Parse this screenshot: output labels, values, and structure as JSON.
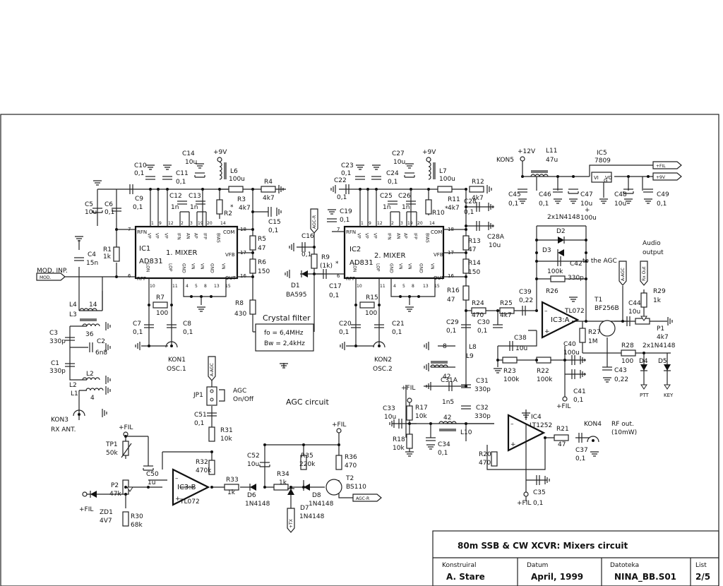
{
  "title_block": {
    "title": "80m SSB & CW XCVR: Mixers circuit",
    "designer_label": "Konstruiral",
    "designer": "A. Stare",
    "date_label": "Datum",
    "date": "April, 1999",
    "file_label": "Datoteka",
    "file": "NINA_BB.S01",
    "sheet_label": "List",
    "sheet": "2/5"
  },
  "section_labels": {
    "mod_inp": "MOD. INP.",
    "mod_flag": "MOD.",
    "rx_ant_kon": "KON3",
    "rx_ant": "RX ANT.",
    "osc1_kon": "KON1",
    "osc1": "OSC.1",
    "osc2_kon": "KON2",
    "osc2": "OSC.2",
    "crystal_title": "Crystal filter",
    "crystal_fo": "fo = 6,4MHz",
    "crystal_bw": "Bw = 2,4kHz",
    "agc_circuit": "AGC circuit",
    "agc_onoff_1": "AGC",
    "agc_onoff_2": "On/Off",
    "to_agc": "to the AGC",
    "audio_out_1": "Audio",
    "audio_out_2": "output",
    "rf_out_kon": "KON4",
    "rf_out_1": "RF out.",
    "rf_out_2": "(10mW)",
    "kon5": "KON5",
    "plus12v": "+12V",
    "plus9v": "+9V",
    "plus_fil": "+FIL",
    "flag_fil": "+FIL",
    "flag_9v": "+9V",
    "flag_agc_r": "AGC-R",
    "flag_a_agc": "A-AGC",
    "flag_rx_out": "Rx Out",
    "flag_tx": "+TX",
    "ptt": "PTT",
    "key": "KEY",
    "diodes_pair_1": "2x1N4148",
    "diodes_pair_2": "2x1N4148"
  },
  "ic1": {
    "ref": "IC1",
    "name": "1. MIXER",
    "part": "AD831"
  },
  "ic2": {
    "ref": "IC2",
    "name": "2. MIXER",
    "part": "AD831"
  },
  "ic3a": {
    "ref": "IC3:A",
    "part": "TL072"
  },
  "ic3b": {
    "ref": "IC3:B",
    "part": "TL072"
  },
  "ic4": {
    "ref": "IC4",
    "part": "LT1252"
  },
  "ic5": {
    "ref": "IC5",
    "part": "7809",
    "pin_vi": "VI",
    "pin_vo": "VO",
    "pin_g": "G"
  },
  "mixer_pins": {
    "rfn": "RFN",
    "rfp": "RFP",
    "com": "COM",
    "vfb": "VFB",
    "out": "OUT",
    "top": [
      "VP",
      "VP",
      "VP",
      "IFN",
      "AN",
      "AP",
      "IFP",
      "BIAS"
    ],
    "top_nums": [
      "1",
      "9",
      "12",
      "2",
      "3",
      "19",
      "20",
      "14"
    ],
    "bottom": [
      "LON",
      "LOP",
      "GND",
      "VN",
      "VN",
      "GND",
      "VN"
    ],
    "bottom_nums": [
      "10",
      "11",
      "4",
      "5",
      "8",
      "13",
      "15"
    ],
    "side_nums": {
      "rfn": "7",
      "rfp": "6",
      "com": "18",
      "vfb": "17",
      "out": "16"
    }
  },
  "components": {
    "C1": [
      "C1",
      "330p"
    ],
    "C2": [
      "C2",
      "6n8"
    ],
    "C3": [
      "C3",
      "330p"
    ],
    "C4": [
      "C4",
      "15n"
    ],
    "C5": [
      "C5",
      "10u"
    ],
    "C6": [
      "C6",
      "0,1"
    ],
    "C7": [
      "C7",
      "0,1"
    ],
    "C8": [
      "C8",
      "0,1"
    ],
    "C9": [
      "C9",
      "0,1"
    ],
    "C10": [
      "C10",
      "0,1"
    ],
    "C11": [
      "C11",
      "0,1"
    ],
    "C12": [
      "C12",
      "1n"
    ],
    "C13": [
      "C13",
      "1n"
    ],
    "C14": [
      "C14",
      "10u"
    ],
    "C15": [
      "C15",
      "0,1"
    ],
    "C16": [
      "C16",
      "0,1"
    ],
    "C17": [
      "C17",
      "0,1"
    ],
    "C19": [
      "C19",
      "0,1"
    ],
    "C20": [
      "C20",
      "0,1"
    ],
    "C21": [
      "C21",
      "0,1"
    ],
    "C22": [
      "C22",
      "0,1"
    ],
    "C23": [
      "C23",
      "0,1"
    ],
    "C24": [
      "C24",
      "0,1"
    ],
    "C25": [
      "C25",
      "1n"
    ],
    "C26": [
      "C26",
      "1n"
    ],
    "C27": [
      "C27",
      "10u"
    ],
    "C28": [
      "C28",
      "0,1"
    ],
    "C28A": [
      "C28A",
      "10u"
    ],
    "C29": [
      "C29",
      "0,1"
    ],
    "C30": [
      "C30",
      "0,1"
    ],
    "C31": [
      "C31",
      "330p"
    ],
    "C31A": [
      "C31A",
      "1n5"
    ],
    "C32": [
      "C32",
      "330p"
    ],
    "C33": [
      "C33",
      "10u"
    ],
    "C34": [
      "C34",
      "0,1"
    ],
    "C35": [
      "C35",
      "0,1"
    ],
    "C37": [
      "C37",
      "0,1"
    ],
    "C38": [
      "C38",
      "10u"
    ],
    "C39": [
      "C39",
      "0,22"
    ],
    "C40": [
      "C40",
      "100u"
    ],
    "C41": [
      "C41",
      "0,1"
    ],
    "C42": [
      "C42",
      "330p"
    ],
    "C43": [
      "C43",
      "0,22"
    ],
    "C44": [
      "C44",
      "10u"
    ],
    "C45": [
      "C45",
      "0,1"
    ],
    "C46": [
      "C46",
      "0,1"
    ],
    "C47": [
      "C47",
      "10u",
      "+",
      "100u"
    ],
    "C48": [
      "C48",
      "10u"
    ],
    "C49": [
      "C49",
      "0,1"
    ],
    "C50": [
      "C50",
      "1u"
    ],
    "C51": [
      "C51",
      "0,1"
    ],
    "C52": [
      "C52",
      "10u"
    ],
    "R1": [
      "R1",
      "1k"
    ],
    "R2": [
      "R2",
      "*"
    ],
    "R3": [
      "R3",
      "4k7"
    ],
    "R4": [
      "R4",
      "4k7"
    ],
    "R5": [
      "R5",
      "47"
    ],
    "R6": [
      "R6",
      "150"
    ],
    "R7": [
      "R7",
      "100"
    ],
    "R8": [
      "R8",
      "430"
    ],
    "R9": [
      "R9",
      "(1k)",
      "*"
    ],
    "R10": [
      "R10",
      "*"
    ],
    "R11": [
      "R11",
      "4k7"
    ],
    "R12": [
      "R12",
      "4k7"
    ],
    "R13": [
      "R13",
      "47"
    ],
    "R14": [
      "R14",
      "150"
    ],
    "R15": [
      "R15",
      "100"
    ],
    "R16": [
      "R16",
      "47"
    ],
    "R17": [
      "R17",
      "10k"
    ],
    "R18": [
      "R18",
      "10k"
    ],
    "R20": [
      "R20",
      "470"
    ],
    "R21": [
      "R21",
      "47"
    ],
    "R22": [
      "R22",
      "100k"
    ],
    "R23": [
      "R23",
      "100k"
    ],
    "R24": [
      "R24",
      "470"
    ],
    "R25": [
      "R25",
      "4k7"
    ],
    "R26": [
      "R26",
      "100k"
    ],
    "R27": [
      "R27",
      "1M"
    ],
    "R28": [
      "R28",
      "100"
    ],
    "R29": [
      "R29",
      "1k"
    ],
    "R30": [
      "R30",
      "68k"
    ],
    "R31": [
      "R31",
      "10k"
    ],
    "R32": [
      "R32",
      "470k"
    ],
    "R33": [
      "R33",
      "1k"
    ],
    "R34": [
      "R34",
      "1k"
    ],
    "R35": [
      "R35",
      "220k"
    ],
    "R36": [
      "R36",
      "470"
    ],
    "L1": [
      "L1",
      "4"
    ],
    "L2": [
      "L2",
      "36"
    ],
    "L3": [
      "L3",
      "36"
    ],
    "L4": [
      "L4",
      "14"
    ],
    "L6": [
      "L6",
      "100u"
    ],
    "L7": [
      "L7",
      "100u"
    ],
    "L8": [
      "L8",
      "8"
    ],
    "L9": [
      "L9",
      "42"
    ],
    "L10": [
      "L10",
      "42"
    ],
    "L11": [
      "L11",
      "47u"
    ],
    "D1": [
      "D1",
      "BA595"
    ],
    "D2": [
      "D2"
    ],
    "D3": [
      "D3"
    ],
    "D4": [
      "D4"
    ],
    "D5": [
      "D5"
    ],
    "D6": [
      "D6",
      "1N4148"
    ],
    "D7": [
      "D7",
      "1N4148"
    ],
    "D8": [
      "D8",
      "1N4148"
    ],
    "ZD1": [
      "ZD1",
      "4V7"
    ],
    "T1": [
      "T1",
      "BF256B"
    ],
    "T2": [
      "T2",
      "BS110"
    ],
    "TP1": [
      "TP1",
      "50k"
    ],
    "P1": [
      "P1",
      "4k7"
    ],
    "P2": [
      "P2",
      "47k"
    ],
    "JP1": [
      "JP1"
    ]
  }
}
